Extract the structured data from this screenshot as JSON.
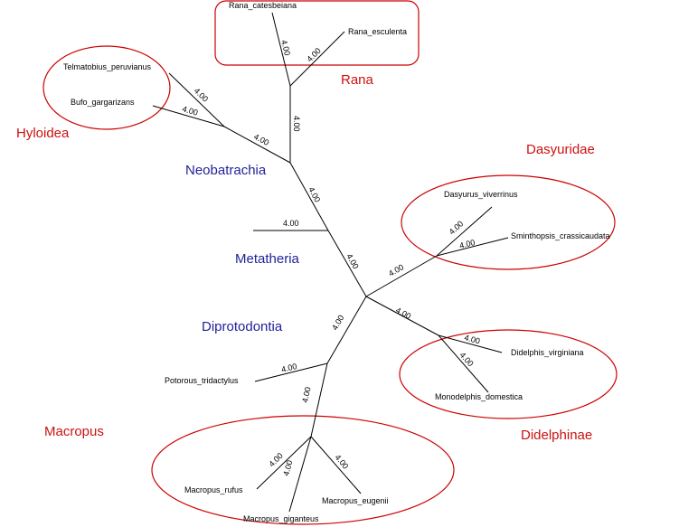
{
  "tree": {
    "taxa": {
      "rana_catesbeiana": "Rana_catesbeiana",
      "rana_esculenta": "Rana_esculenta",
      "telmatobius_peruvianus": "Telmatobius_peruvianus",
      "bufo_gargarizans": "Bufo_gargarizans",
      "dasyurus_viverrinus": "Dasyurus_viverrinus",
      "sminthopsis_crassicaudata": "Sminthopsis_crassicaudata",
      "didelphis_virginiana": "Didelphis_virginiana",
      "monodelphis_domestica": "Monodelphis_domestica",
      "potorous_tridactylus": "Potorous_tridactylus",
      "macropus_rufus": "Macropus_rufus",
      "macropus_giganteus": "Macropus_giganteus",
      "macropus_eugenii": "Macropus_eugenii"
    },
    "branch_length_label": "4.00",
    "groups": {
      "rana": "Rana",
      "hyloidea": "Hyloidea",
      "dasyuridae": "Dasyuridae",
      "didelphinae": "Didelphinae",
      "macropus": "Macropus"
    },
    "clades": {
      "neobatrachia": "Neobatrachia",
      "metatheria": "Metatheria",
      "diprotodontia": "Diprotodontia"
    },
    "colors": {
      "branch": "#000000",
      "group_label": "#cc1111",
      "group_ring": "#cc0000",
      "clade_label": "#22229a"
    }
  }
}
